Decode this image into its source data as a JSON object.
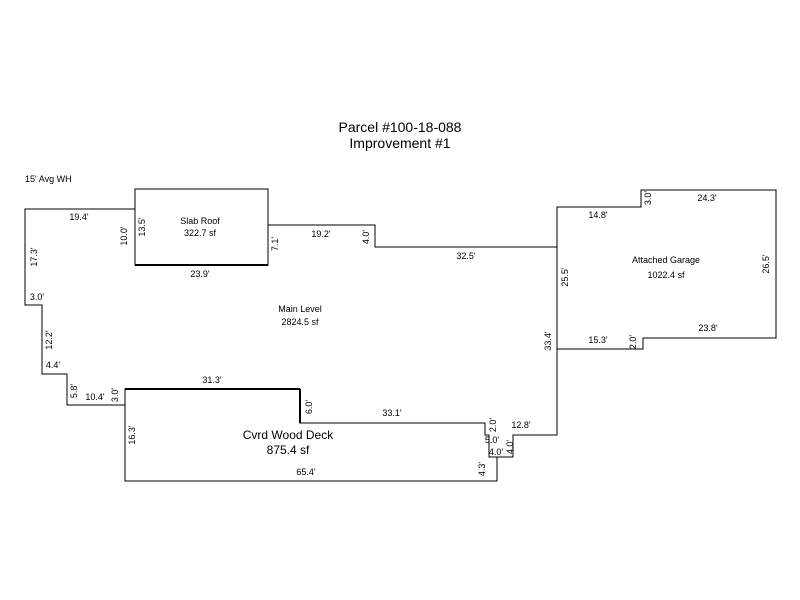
{
  "header": {
    "parcel": "Parcel #100-18-088",
    "improvement": "Improvement #1"
  },
  "note": "15' Avg WH",
  "areas": {
    "slab_roof": {
      "name": "Slab Roof",
      "area": "322.7 sf"
    },
    "main_level": {
      "name": "Main Level",
      "area": "2824.5 sf"
    },
    "garage": {
      "name": "Attached Garage",
      "area": "1022.4 sf"
    },
    "deck": {
      "name": "Cvrd Wood Deck",
      "area": "875.4 sf"
    }
  },
  "dims": {
    "main_top_left": "19.4'",
    "main_left_upper": "17.3'",
    "main_left_step": "3.0'",
    "main_left_mid": "12.2'",
    "main_left_step2": "4.4'",
    "main_left_lower": "5.8'",
    "main_bottom_left": "10.4'",
    "main_top_mid": "19.2'",
    "main_step_mid": "4.0'",
    "main_top_right": "32.5'",
    "main_right": "33.4'",
    "main_bottom_right": "12.8'",
    "slab_left": "10.0'",
    "slab_inner": "13.5'",
    "slab_bottom": "23.9'",
    "slab_right": "7.1'",
    "garage_left_top": "14.8'",
    "garage_step": "3.0'",
    "garage_top": "24.3'",
    "garage_right": "26.5'",
    "garage_left": "25.5'",
    "garage_bottom_left": "15.3'",
    "garage_step_bottom": "2.0'",
    "garage_bottom": "23.8'",
    "deck_left_step": "3.0'",
    "deck_top": "31.3'",
    "deck_step": "6.0'",
    "deck_top_right": "33.1'",
    "deck_step2": "2.0'",
    "deck_step3": "5.0'",
    "deck_step4": "4.0'",
    "deck_step5": "4.0'",
    "deck_left": "16.3'",
    "deck_bottom": "65.4'",
    "deck_right": "4.3'"
  }
}
